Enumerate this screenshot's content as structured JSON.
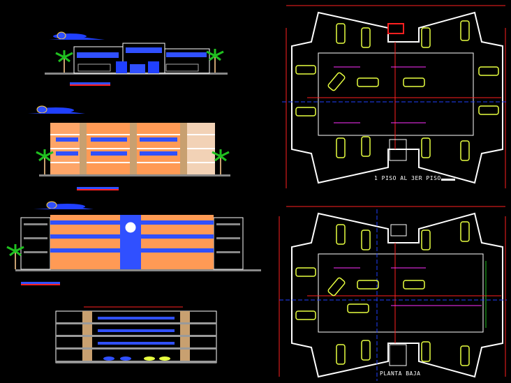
{
  "drawing": {
    "background": "#000000",
    "colors": {
      "wall": "#ffffff",
      "grid_red": "#ff2020",
      "grid_blue": "#2040ff",
      "arrow_magenta": "#ff30ff",
      "car_yellow": "#e8ff40",
      "facade_orange": "#ff9a55",
      "facade_band": "#f2d2b6",
      "glass_blue": "#3050ff",
      "tree_green": "#20c020",
      "slab_gray": "#9a9a9a",
      "stone_tan": "#c8a070"
    },
    "plans": [
      {
        "name": "upper-floor-plan",
        "label": "1 PISO  AL 3ER PISO"
      },
      {
        "name": "ground-floor-plan",
        "label": "PLANTA BAJA"
      }
    ],
    "elevations": [
      {
        "name": "front-elevation"
      },
      {
        "name": "side-elevation"
      },
      {
        "name": "rear-elevation"
      },
      {
        "name": "building-section"
      }
    ]
  }
}
